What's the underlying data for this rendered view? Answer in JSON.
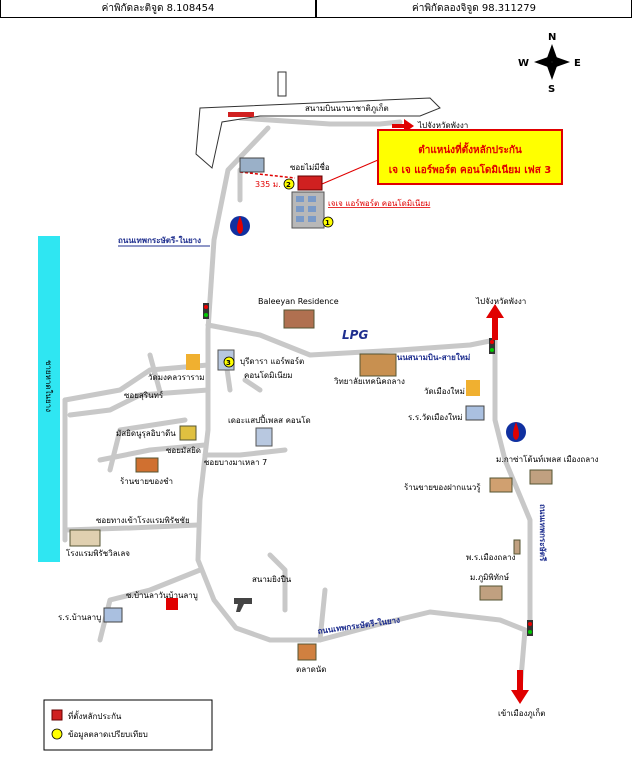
{
  "header": {
    "lat_label": "ค่าพิกัดละติจูด 8.108454",
    "lon_label": "ค่าพิกัดลองจิจูด 98.311279"
  },
  "compass": {
    "n": "N",
    "s": "S",
    "e": "E",
    "w": "W"
  },
  "callout": {
    "line1": "ตำแหน่งที่ตั้งหลักประกัน",
    "line2": "เจ เจ แอร์พอร์ต คอนโดมิเนียม เฟส 3",
    "border_color": "#e00000",
    "fill_color": "#ffff00"
  },
  "labels": {
    "airport": "สนามบินนานาชาติภูเก็ต",
    "to_phangnga_top": "ไปจังหวัดพังงา",
    "soi_mai_mi_chue": "ซอยไม่มีชื่อ",
    "distance": "335 ม.",
    "jj_condo": "เจเจ แอร์พอร์ต คอนโดมิเนียม",
    "thepkrasattri_road": "ถนนเทพกระษัตรี-ในยาง",
    "baleeyan": "Baleeyan Residence",
    "to_phangnga_right": "ไปจังหวัดพังงา",
    "lpg": "LPG",
    "sanambin_road": "ถนนสนามบิน-สายใหม่",
    "wat_manee": "วัดมงคลวราราม",
    "buri_condo_1": "บุรีดารา แอร์พอร์ต",
    "buri_condo_2": "คอนโดมิเนียม",
    "college": "วิทยาลัยเทคนิคถลาง",
    "wat_mueang_mai": "วัดเมืองใหม่",
    "ror_wat_mueang_mai": "ร.ร.วัดเมืองใหม่",
    "soi_suriya": "ซอยสุรินทร์",
    "mosque": "มัสยิดนูรุลอิบาดีน",
    "ptt_beach_1": "เดอะแสปปี้เพลส คอนโด",
    "soi_mosque": "ซอยมัสยิด",
    "soi_bang_mala": "ซอยบางมาเหลา 7",
    "shop": "ร้านขายของชำ",
    "villa": "ม.กาซ่าโต้นท์เพลส เมืองถลาง",
    "shop_right": "ร้านขายของฝากแนวรู้",
    "soi_hotel": "ซอยทางเข้าโรงแรมพิรัชชัย",
    "hotel": "โรงแรมพิรัชวิลเลจ",
    "thepkrasattri_right": "ถนนเทพกระษัตรี",
    "pho_tho": "พ.ร.เมืองถลาง",
    "moo_ban": "ม.ภูมิพิทักษ์",
    "soi_bang_lu": "ซ.บ้านลาวันบ้านลาบู",
    "ror_ban_lu": "ร.ร.บ้านลาบู",
    "golf": "สนามยิงปืน",
    "thepkrasattri_bottom": "ถนนเทพกระษัตรี-ในยาง",
    "market": "ตลาดนัด",
    "to_thalang": "เข้าเมืองภูเก็ต",
    "sea": "ชายหาดในยาง"
  },
  "legend": {
    "item1": "ที่ตั้งหลักประกัน",
    "item2": "ข้อมูลตลาดเปรียบเทียบ"
  },
  "markers": [
    "1",
    "2",
    "3"
  ]
}
